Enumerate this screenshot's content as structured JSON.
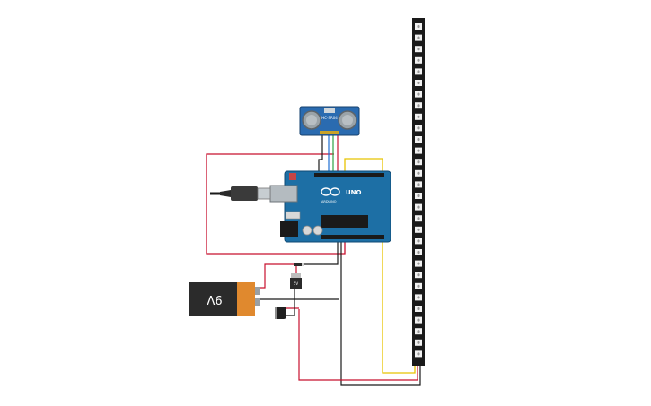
{
  "components": {
    "sensor": {
      "label": "HC-SR04"
    },
    "arduino": {
      "brand": "UNO",
      "sub": "ARDUINO"
    },
    "battery": {
      "label": "9V"
    },
    "regulator": {
      "label": "5V"
    }
  },
  "led_strip": {
    "led_count": 30
  },
  "colors": {
    "wire_red": "#c8102e",
    "wire_black": "#1a1a1a",
    "wire_yellow": "#e8c300",
    "wire_green": "#2ea043",
    "wire_blue": "#1f6fd1",
    "board_blue": "#1d6fa5",
    "sensor_blue": "#2a6bb0",
    "battery_orange": "#e0892e"
  }
}
